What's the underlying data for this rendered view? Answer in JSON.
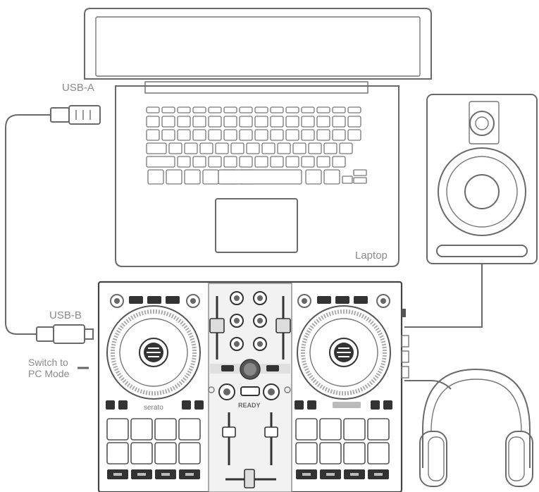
{
  "labels": {
    "usb_a": "USB-A",
    "usb_b": "USB-B",
    "switch_line1": "Switch to",
    "switch_line2": "PC Mode",
    "laptop": "Laptop"
  },
  "controller_text": {
    "brand_left": "serato",
    "center_logo": "READY"
  },
  "colors": {
    "line": "#6a6a6a",
    "label": "#8a8a8a"
  }
}
